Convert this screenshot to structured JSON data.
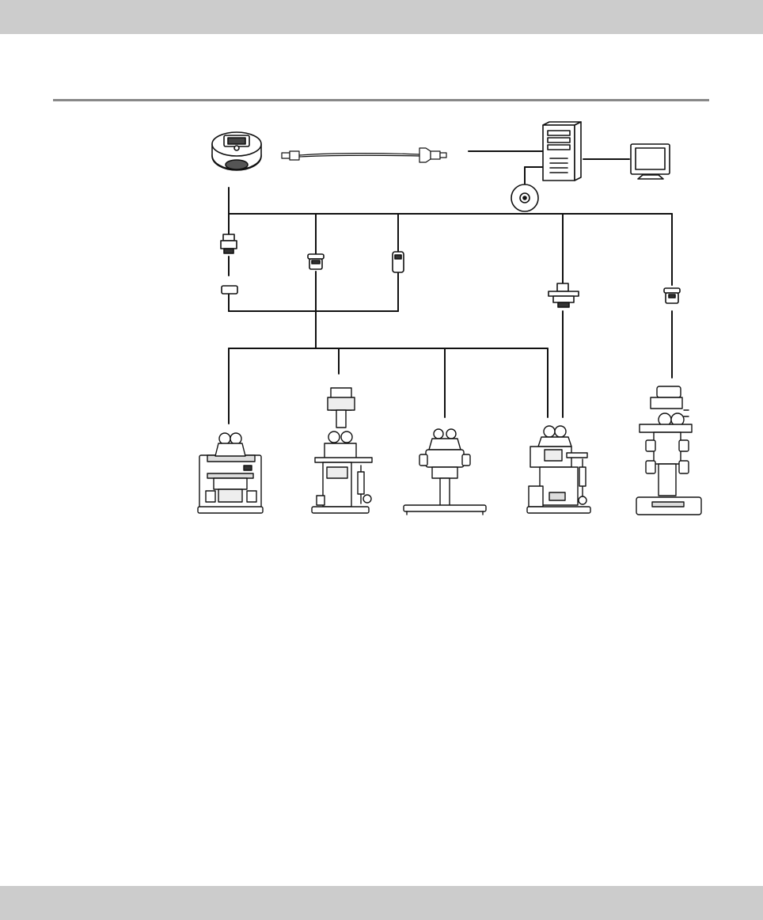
{
  "page": {
    "header_band": "",
    "footer_band": ""
  },
  "diagram": {
    "type": "system-configuration",
    "line_color": "#111111",
    "band_color": "#cccccc",
    "rule_color": "#888888",
    "nodes": [
      {
        "id": "camera-head",
        "icon": "camera-head-icon"
      },
      {
        "id": "usb-cable",
        "icon": "usb-cable-icon"
      },
      {
        "id": "pc-tower",
        "icon": "pc-tower-icon"
      },
      {
        "id": "monitor",
        "icon": "monitor-icon"
      },
      {
        "id": "software-cd",
        "icon": "cd-disc-icon"
      },
      {
        "id": "c-mount-adapter-a",
        "icon": "c-mount-adapter-icon"
      },
      {
        "id": "adapter-lens",
        "icon": "adapter-lens-icon"
      },
      {
        "id": "c-mount-adapter-b",
        "icon": "c-mount-adapter-icon"
      },
      {
        "id": "c-mount-adapter-c",
        "icon": "c-mount-adapter-icon"
      },
      {
        "id": "flange-adapter",
        "icon": "flange-adapter-icon"
      },
      {
        "id": "c-mount-adapter-d",
        "icon": "c-mount-adapter-icon"
      },
      {
        "id": "upright-microscope",
        "icon": "upright-microscope-icon"
      },
      {
        "id": "inverted-microscope",
        "icon": "inverted-microscope-icon"
      },
      {
        "id": "stereo-microscope",
        "icon": "stereo-microscope-icon"
      },
      {
        "id": "industrial-microscope",
        "icon": "industrial-microscope-icon"
      },
      {
        "id": "zoom-stereo-microscope",
        "icon": "zoom-stereo-microscope-icon"
      }
    ]
  }
}
